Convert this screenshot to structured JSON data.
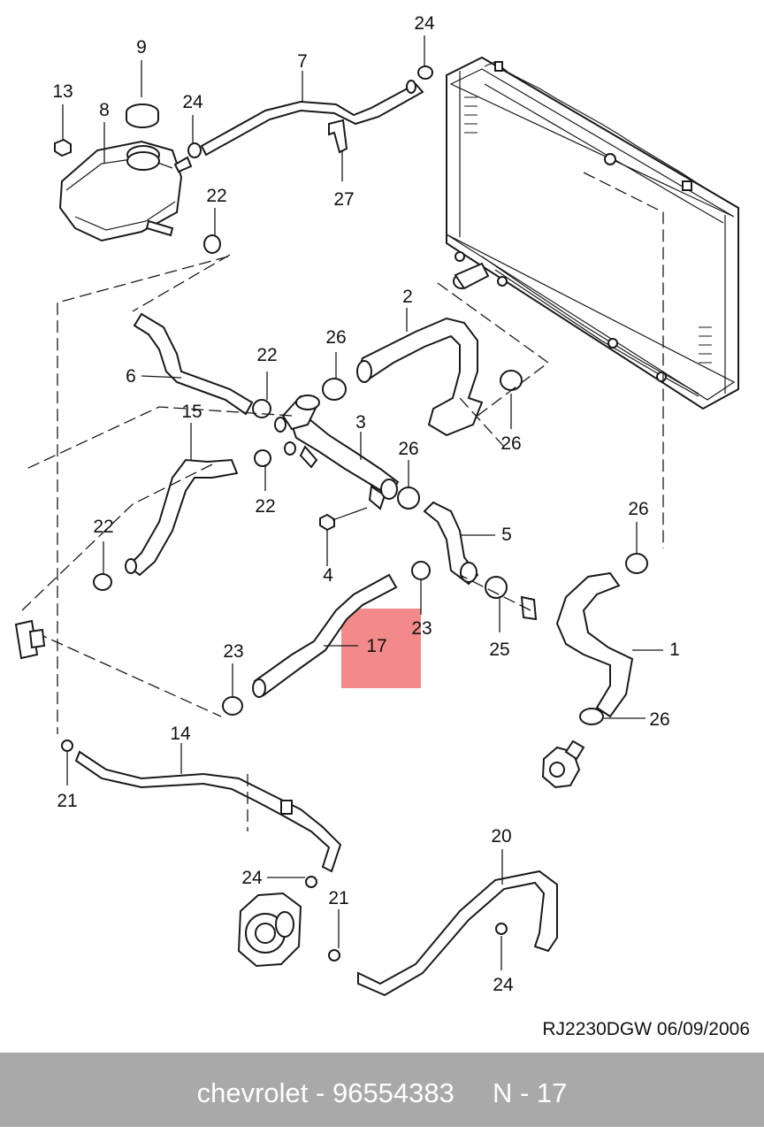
{
  "diagram": {
    "callouts": {
      "c1": "1",
      "c2": "2",
      "c3": "3",
      "c4": "4",
      "c5": "5",
      "c6": "6",
      "c7": "7",
      "c8": "8",
      "c9": "9",
      "c13": "13",
      "c14": "14",
      "c15": "15",
      "c17": "17",
      "c20": "20",
      "c21a": "21",
      "c21b": "21",
      "c22a": "22",
      "c22b": "22",
      "c22c": "22",
      "c22d": "22",
      "c23a": "23",
      "c23b": "23",
      "c24a": "24",
      "c24b": "24",
      "c24c": "24",
      "c24d": "24",
      "c25": "25",
      "c26a": "26",
      "c26b": "26",
      "c26c": "26",
      "c26d": "26",
      "c26e": "26",
      "c27": "27"
    },
    "highlight_color": "#f28a8a",
    "drawing_code": "RJ2230DGW  06/09/2006"
  },
  "footer": {
    "text": "chevrolet - 96554383     N - 17",
    "background": "#a9a9a9"
  }
}
